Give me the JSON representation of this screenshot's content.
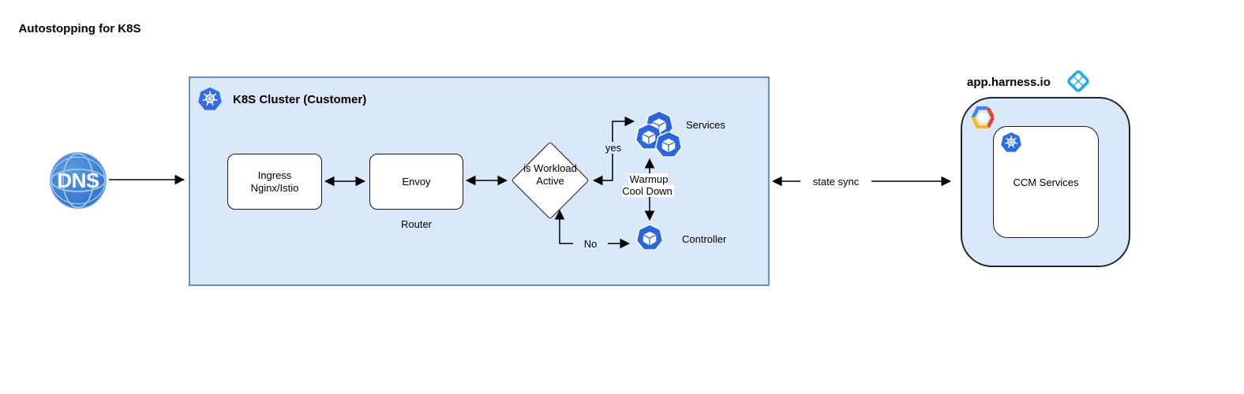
{
  "note": {
    "text": "Autostopping for K8S"
  },
  "dns": {
    "label": "DNS"
  },
  "cluster": {
    "title": "K8S Cluster (Customer)",
    "ingress_label": "Ingress Nginx/Istio",
    "envoy_label": "Envoy",
    "router_caption": "Router",
    "decision_label": "is Workload Active",
    "services_label": "Services",
    "controller_label": "Controller",
    "yes_label": "yes",
    "no_label": "No",
    "warmup_label": "Warmup Cool Down"
  },
  "harness": {
    "title": "app.harness.io",
    "ccm_label": "CCM Services"
  },
  "sync": {
    "label": "state sync"
  },
  "icons": {
    "dns": "globe-icon",
    "cluster": "kubernetes-icon",
    "services": "pod-cube-icon",
    "controller": "pod-cube-icon",
    "harness": "harness-logo-icon",
    "cloud": "google-cloud-icon"
  },
  "colors": {
    "cluster_fill": "#dae8fc",
    "cluster_border": "#6c8ebf",
    "kubernetes_blue": "#326ce5",
    "pod_cube_blue": "#2b66dd",
    "dns_blue": "#3c7ad6",
    "harness_blue": "#29abe2",
    "gcp_blue": "#4285f4",
    "gcp_red": "#ea4335",
    "gcp_yellow": "#fbbc05",
    "line_black": "#000000"
  }
}
